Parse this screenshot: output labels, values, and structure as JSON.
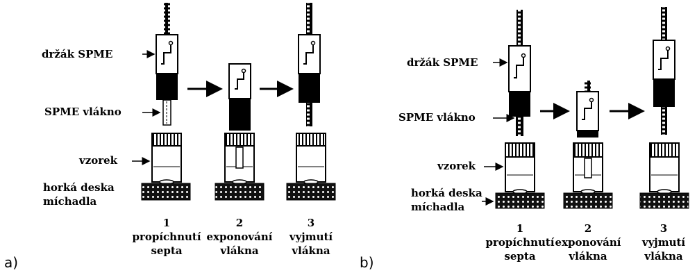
{
  "panel_a": {
    "letter": "a)",
    "labels": {
      "holder": "držák SPME",
      "fiber": "SPME vlákno",
      "sample": "vzorek",
      "hotplate_line1": "horká deska",
      "hotplate_line2": "míchadla"
    },
    "steps": [
      {
        "num": "1",
        "line1": "propíchnutí",
        "line2": "septa"
      },
      {
        "num": "2",
        "line1": "exponování",
        "line2": "vlákna"
      },
      {
        "num": "3",
        "line1": "vyjmutí",
        "line2": "vlákna"
      }
    ]
  },
  "panel_b": {
    "letter": "b)",
    "labels": {
      "holder": "držák SPME",
      "fiber": "SPME vlákno",
      "sample": "vzorek",
      "hotplate_line1": "horká deska",
      "hotplate_line2": "míchadla"
    },
    "steps": [
      {
        "num": "1",
        "line1": "propíchnutí",
        "line2": "septa"
      },
      {
        "num": "2",
        "line1": "exponování",
        "line2": "vlákna"
      },
      {
        "num": "3",
        "line1": "vyjmutí",
        "line2": "vlákna"
      }
    ]
  }
}
